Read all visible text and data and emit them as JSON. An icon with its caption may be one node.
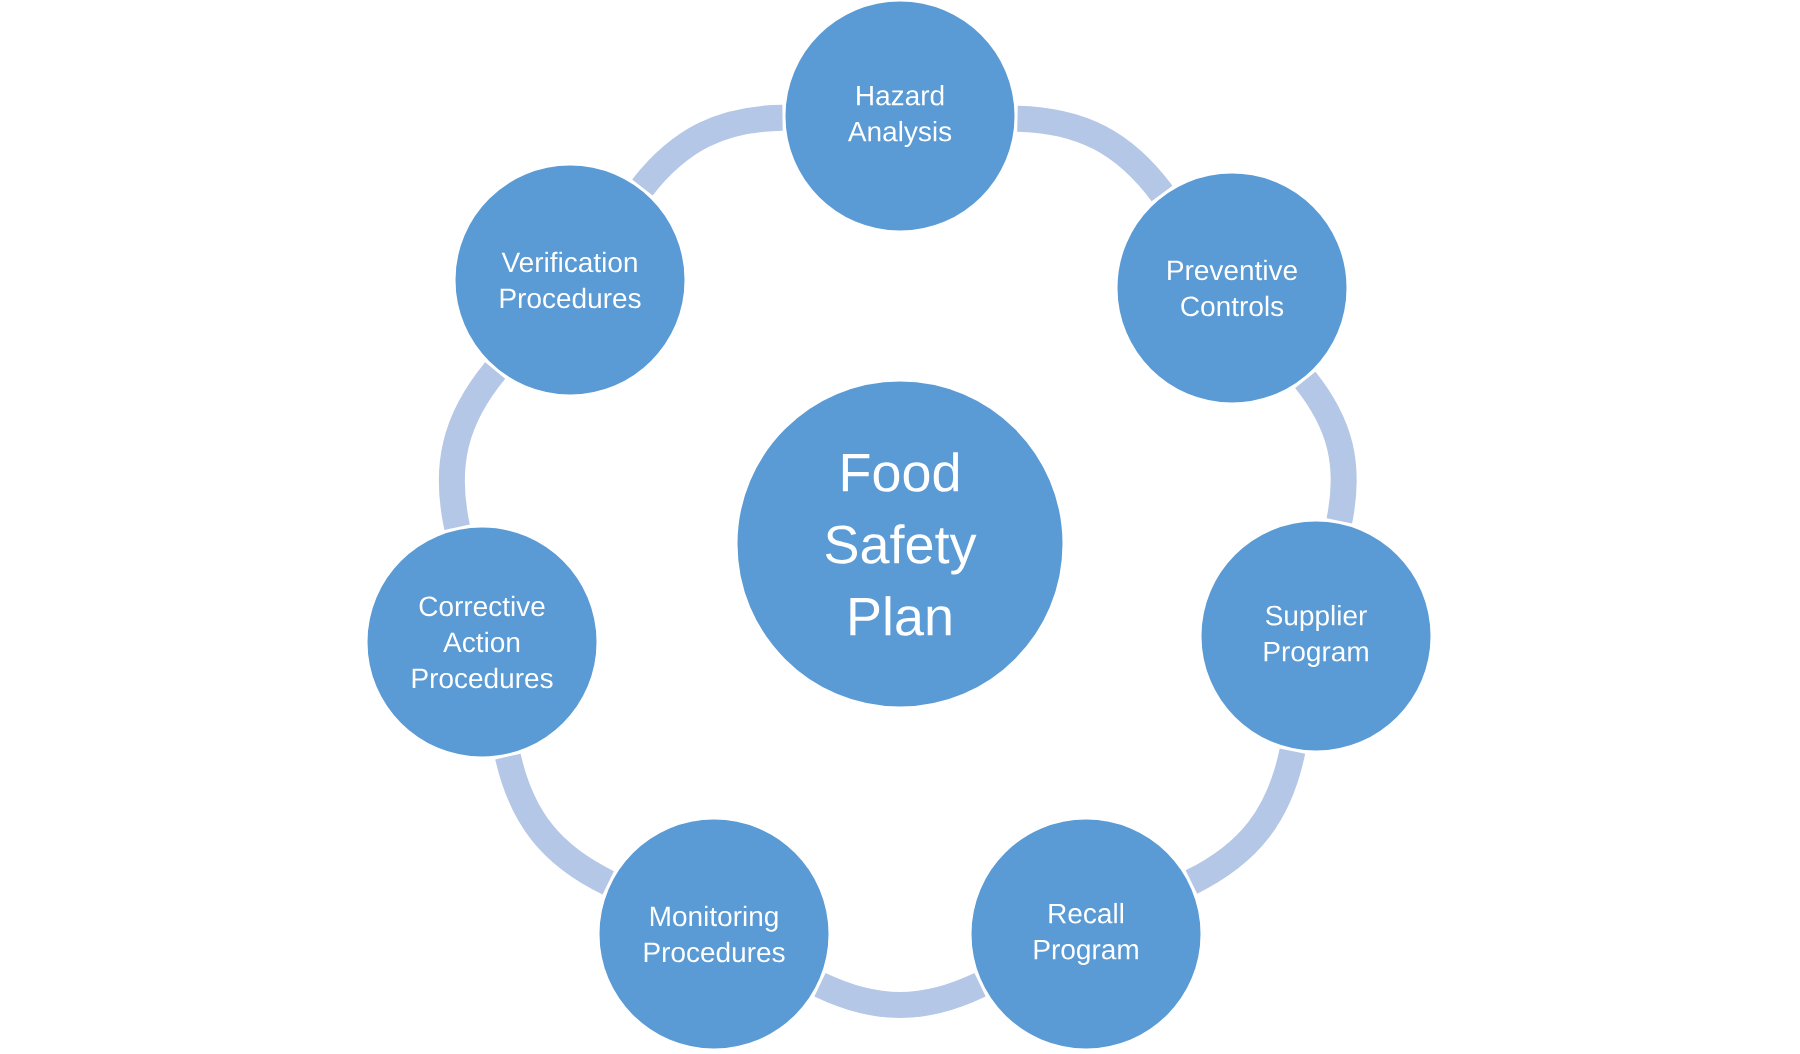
{
  "diagram": {
    "nodes": [
      {
        "text": [
          "Food Safety Plan"
        ]
      },
      {
        "text": [
          "Hazard Analysis"
        ]
      },
      {
        "text": [
          "Preventive Controls"
        ]
      },
      {
        "text": [
          "Supplier Program"
        ]
      },
      {
        "text": [
          "Recall Program"
        ]
      },
      {
        "text": [
          "Monitoring Procedures"
        ]
      },
      {
        "text": [
          "Corrective Action Procedures"
        ]
      },
      {
        "text": [
          "Verification Procedures"
        ]
      }
    ],
    "edges": [
      {
        "from": 1,
        "to": 2,
        "arrow": "none"
      },
      {
        "from": 2,
        "to": 3,
        "arrow": "none"
      },
      {
        "from": 3,
        "to": 4,
        "arrow": "none"
      },
      {
        "from": 4,
        "to": 5,
        "arrow": "none"
      },
      {
        "from": 5,
        "to": 6,
        "arrow": "none"
      },
      {
        "from": 6,
        "to": 7,
        "arrow": "none"
      },
      {
        "from": 7,
        "to": 1,
        "arrow": "none"
      }
    ]
  }
}
